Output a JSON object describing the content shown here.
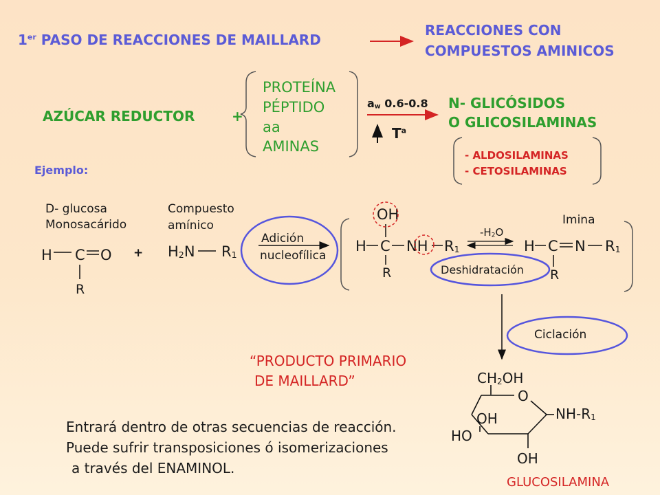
{
  "header": {
    "step_main": "1",
    "step_sup": "er",
    "step_rest": "PASO DE REACCIONES DE MAILLARD",
    "result_line1": "REACCIONES CON",
    "result_line2": "COMPUESTOS AMINICOS"
  },
  "reaction": {
    "sugar": "AZÚCAR REDUCTOR",
    "plus": "+",
    "partners": [
      "PROTEÍNA",
      "PÉPTIDO",
      "aa",
      "AMINAS"
    ],
    "aw_symbol": "a",
    "aw_sub": "w",
    "aw_range": "0.6-0.8",
    "temp_symbol": "T",
    "temp_sup": "a",
    "product_line1": "N- GLICÓSIDOS",
    "product_line2": "O GLICOSILAMINAS",
    "types": [
      "- ALDOSILAMINAS",
      "- CETOSILAMINAS"
    ]
  },
  "example": {
    "label": "Ejemplo:",
    "glucose_line1": "D- glucosa",
    "glucose_line2": "Monosacárido",
    "amine_line1": "Compuesto",
    "amine_line2": "amínico",
    "addition_line1": "Adición",
    "addition_line2": "nucleofílica",
    "water": "-H",
    "water_sub": "2",
    "water_end": "O",
    "dehydration": "Deshidratación",
    "imine": "Imina",
    "cyclization": "Ciclación",
    "plus": "+"
  },
  "chem": {
    "H": "H",
    "C": "C",
    "O": "O",
    "R": "R",
    "N": "N",
    "NH": "NH",
    "OH": "OH",
    "HO": "HO",
    "H2": "H",
    "two": "2",
    "R1": "R",
    "one": "1",
    "CH2OH_a": "CH",
    "CH2OH_b": "OH",
    "NHR1": "NH-R"
  },
  "primary": {
    "line1": "“PRODUCTO PRIMARIO",
    "line2": "DE  MAILLARD”"
  },
  "notes": [
    "Entrará dentro de otras secuencias de reacción.",
    "Puede sufrir transposiciones ó isomerizaciones",
    "a través del ENAMINOL."
  ],
  "product_name": "GLUCOSILAMINA",
  "colors": {
    "blue": "#5b5bd6",
    "green": "#2e9e2e",
    "red": "#d42424",
    "ellipse": "#5555dd"
  }
}
